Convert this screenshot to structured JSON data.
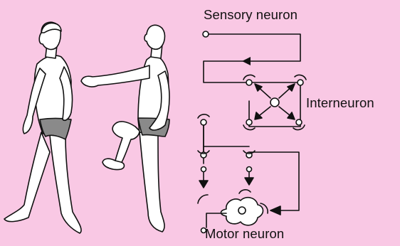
{
  "diagram": {
    "labels": {
      "sensory": "Sensory neuron",
      "interneuron": "Interneuron",
      "motor": "Motor neuron"
    },
    "colors": {
      "background": "#f9c8e4",
      "skin": "#ffffff",
      "underwear": "#8a8a8a",
      "line": "#111111"
    },
    "figures": [
      "walking-man",
      "reflex-man-raised-leg"
    ]
  }
}
